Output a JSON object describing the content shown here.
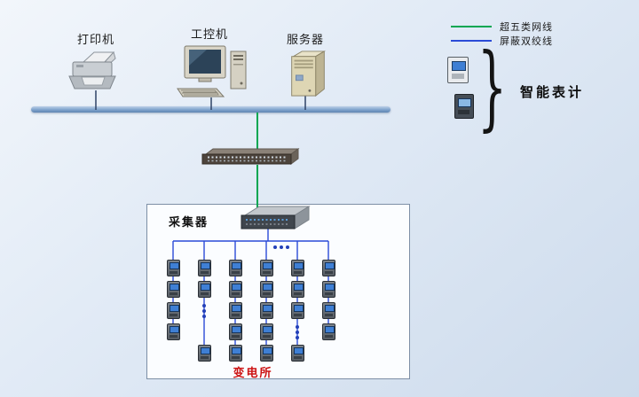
{
  "devices": {
    "printer": "打印机",
    "industrial_pc": "工控机",
    "server": "服务器"
  },
  "legend": {
    "items": [
      {
        "id": "cat5e-cable",
        "label": "超五类网线",
        "color": "#00a651"
      },
      {
        "id": "shielded-twisted-pair",
        "label": "屏蔽双绞线",
        "color": "#2b4bd7"
      }
    ]
  },
  "smart_meters": {
    "label": "智能表计",
    "brace": "}"
  },
  "collector": {
    "label": "采集器"
  },
  "substation": {
    "label": "变电所",
    "label_color": "#cc1111",
    "columns": [
      [
        "m",
        "m",
        "m",
        "m",
        ""
      ],
      [
        "m",
        "m",
        "d",
        "",
        "m"
      ],
      [
        "m",
        "m",
        "m",
        "m",
        "m"
      ],
      [
        "m",
        "m",
        "m",
        "m",
        "m"
      ],
      [
        "m",
        "m",
        "m",
        "d",
        "m"
      ],
      [
        "m",
        "m",
        "m",
        "m",
        ""
      ]
    ],
    "top_ellipsis": true
  },
  "colors": {
    "green_wire": "#00a651",
    "blue_wire": "#2b4bd7",
    "dark_wire": "#2e4366",
    "bus": "#7fa3cc"
  }
}
